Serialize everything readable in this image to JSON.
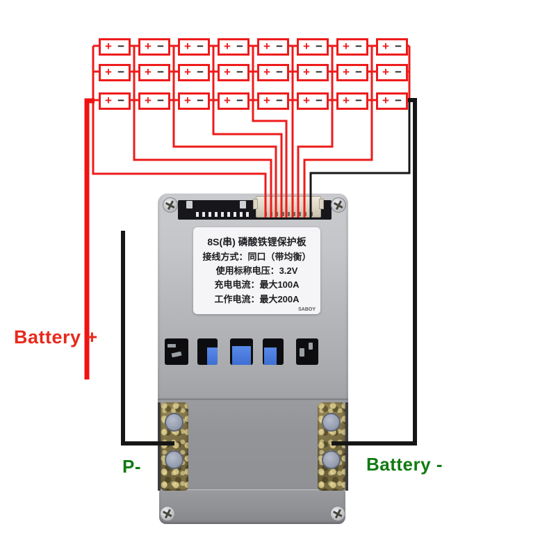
{
  "annotations": {
    "battery_plus": "Battery +",
    "p_minus": "P-",
    "battery_minus": "Battery -"
  },
  "battery_pack": {
    "rows": 3,
    "cells_per_row": 8,
    "positive_symbol": "+",
    "negative_symbol": "−"
  },
  "bms_label": {
    "lines": [
      "8S(串) 磷酸铁锂保护板",
      "接线方式：同口（带均衡）",
      "使用标称电压：3.2V",
      "充电电流：最大100A",
      "工作电流：最大200A"
    ],
    "brand": "SABOY"
  },
  "balance_connector": {
    "wire_count": 9,
    "red_wires": 8,
    "black_wires": 1
  },
  "colors": {
    "cell_outline": "#ee1b1b",
    "positive_wire": "#f01212",
    "negative_wire": "#161616",
    "annotation_red": "#e8291c",
    "annotation_green": "#117a11"
  }
}
